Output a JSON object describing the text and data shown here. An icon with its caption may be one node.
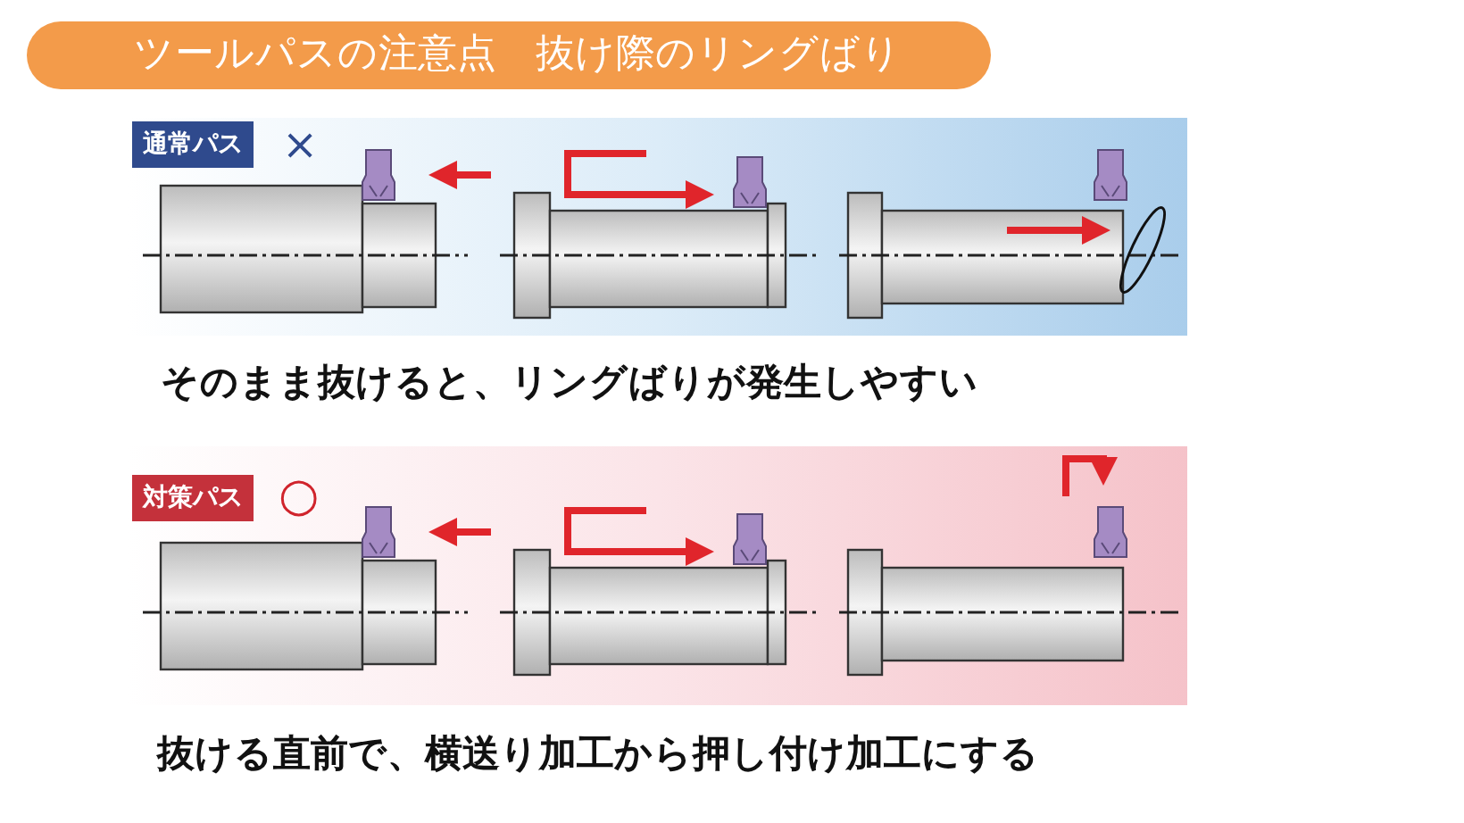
{
  "diagram": {
    "title": "ツールパスの注意点　抜け際のリングばり",
    "labels": [
      "通常パス",
      "×",
      "そのまま抜けると、リングばりが発生しやすい",
      "対策パス",
      "○",
      "抜ける直前で、横送り加工から押し付け加工にする"
    ]
  }
}
